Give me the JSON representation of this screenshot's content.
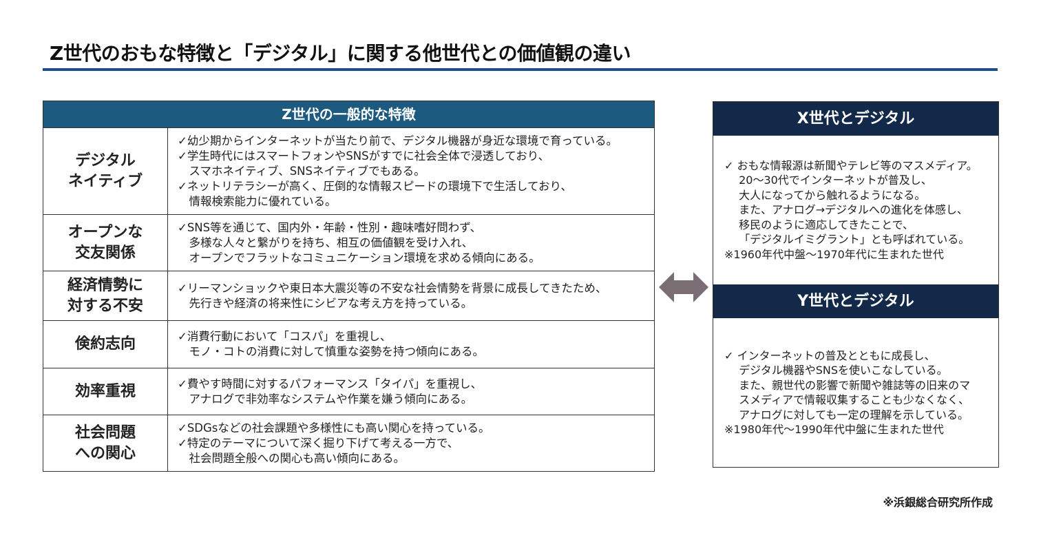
{
  "title": "Z世代のおもな特徴と「デジタル」に関する他世代との価値観の違い",
  "table": {
    "header": "Z世代の一般的な特徴",
    "rows": [
      {
        "label": "デジタル\nネイティブ",
        "lines": [
          "✓幼少期からインターネットが当たり前で、デジタル機器が身近な環境で育っている。",
          "✓学生時代にはスマートフォンやSNSがすでに社会全体で浸透しており、",
          "　スマホネイティブ、SNSネイティブでもある。",
          "✓ネットリテラシーが高く、圧倒的な情報スピードの環境下で生活しており、",
          "　情報検索能力に優れている。"
        ]
      },
      {
        "label": "オープンな\n交友関係",
        "lines": [
          "✓SNS等を通じて、国内外・年齢・性別・趣味嗜好問わず、",
          "　多様な人々と繋がりを持ち、相互の価値観を受け入れ、",
          "　オープンでフラットなコミュニケーション環境を求める傾向にある。"
        ]
      },
      {
        "label": "経済情勢に\n対する不安",
        "lines": [
          "✓リーマンショックや東日本大震災等の不安な社会情勢を背景に成長してきたため、",
          "　先行きや経済の将来性にシビアな考え方を持っている。"
        ]
      },
      {
        "label": "倹約志向",
        "lines": [
          "✓消費行動において「コスパ」を重視し、",
          "　モノ・コトの消費に対して慎重な姿勢を持つ傾向にある。"
        ]
      },
      {
        "label": "効率重視",
        "lines": [
          "✓費やす時間に対するパフォーマンス「タイパ」を重視し、",
          "　アナログで非効率なシステムや作業を嫌う傾向にある。"
        ]
      },
      {
        "label": "社会問題\nへの関心",
        "lines": [
          "✓SDGsなどの社会課題や多様性にも高い関心を持っている。",
          "✓特定のテーマについて深く掘り下げて考える一方で、",
          "　社会問題全般への関心も高い傾向にある。"
        ]
      }
    ]
  },
  "x_gen": {
    "header": "X世代とデジタル",
    "lines": [
      "✓ おもな情報源は新聞やテレビ等のマスメディア。",
      "　 20～30代でインターネットが普及し、",
      "　 大人になってから触れるようになる。",
      "　 また、アナログ→デジタルへの進化を体感し、",
      "　 移民のように適応してきたことで、",
      "　 「デジタルイミグラント」とも呼ばれている。",
      "※1960年代中盤～1970年代に生まれた世代"
    ]
  },
  "y_gen": {
    "header": "Y世代とデジタル",
    "lines": [
      "✓ インターネットの普及とともに成長し、",
      "　 デジタル機器やSNSを使いこなしている。",
      "　 また、親世代の影響で新聞や雑誌等の旧来のマ",
      "　 スメディアで情報収集することも少なくなく、",
      "　 アナログに対しても一定の理解を示している。",
      "※1980年代～1990年代中盤に生まれた世代"
    ]
  },
  "footer": "※浜銀総合研究所作成",
  "colors": {
    "table_header": "#1c5a80",
    "right_header": "#13294a",
    "rule": "#1d4d8f",
    "arrow": "#7a6e74"
  }
}
